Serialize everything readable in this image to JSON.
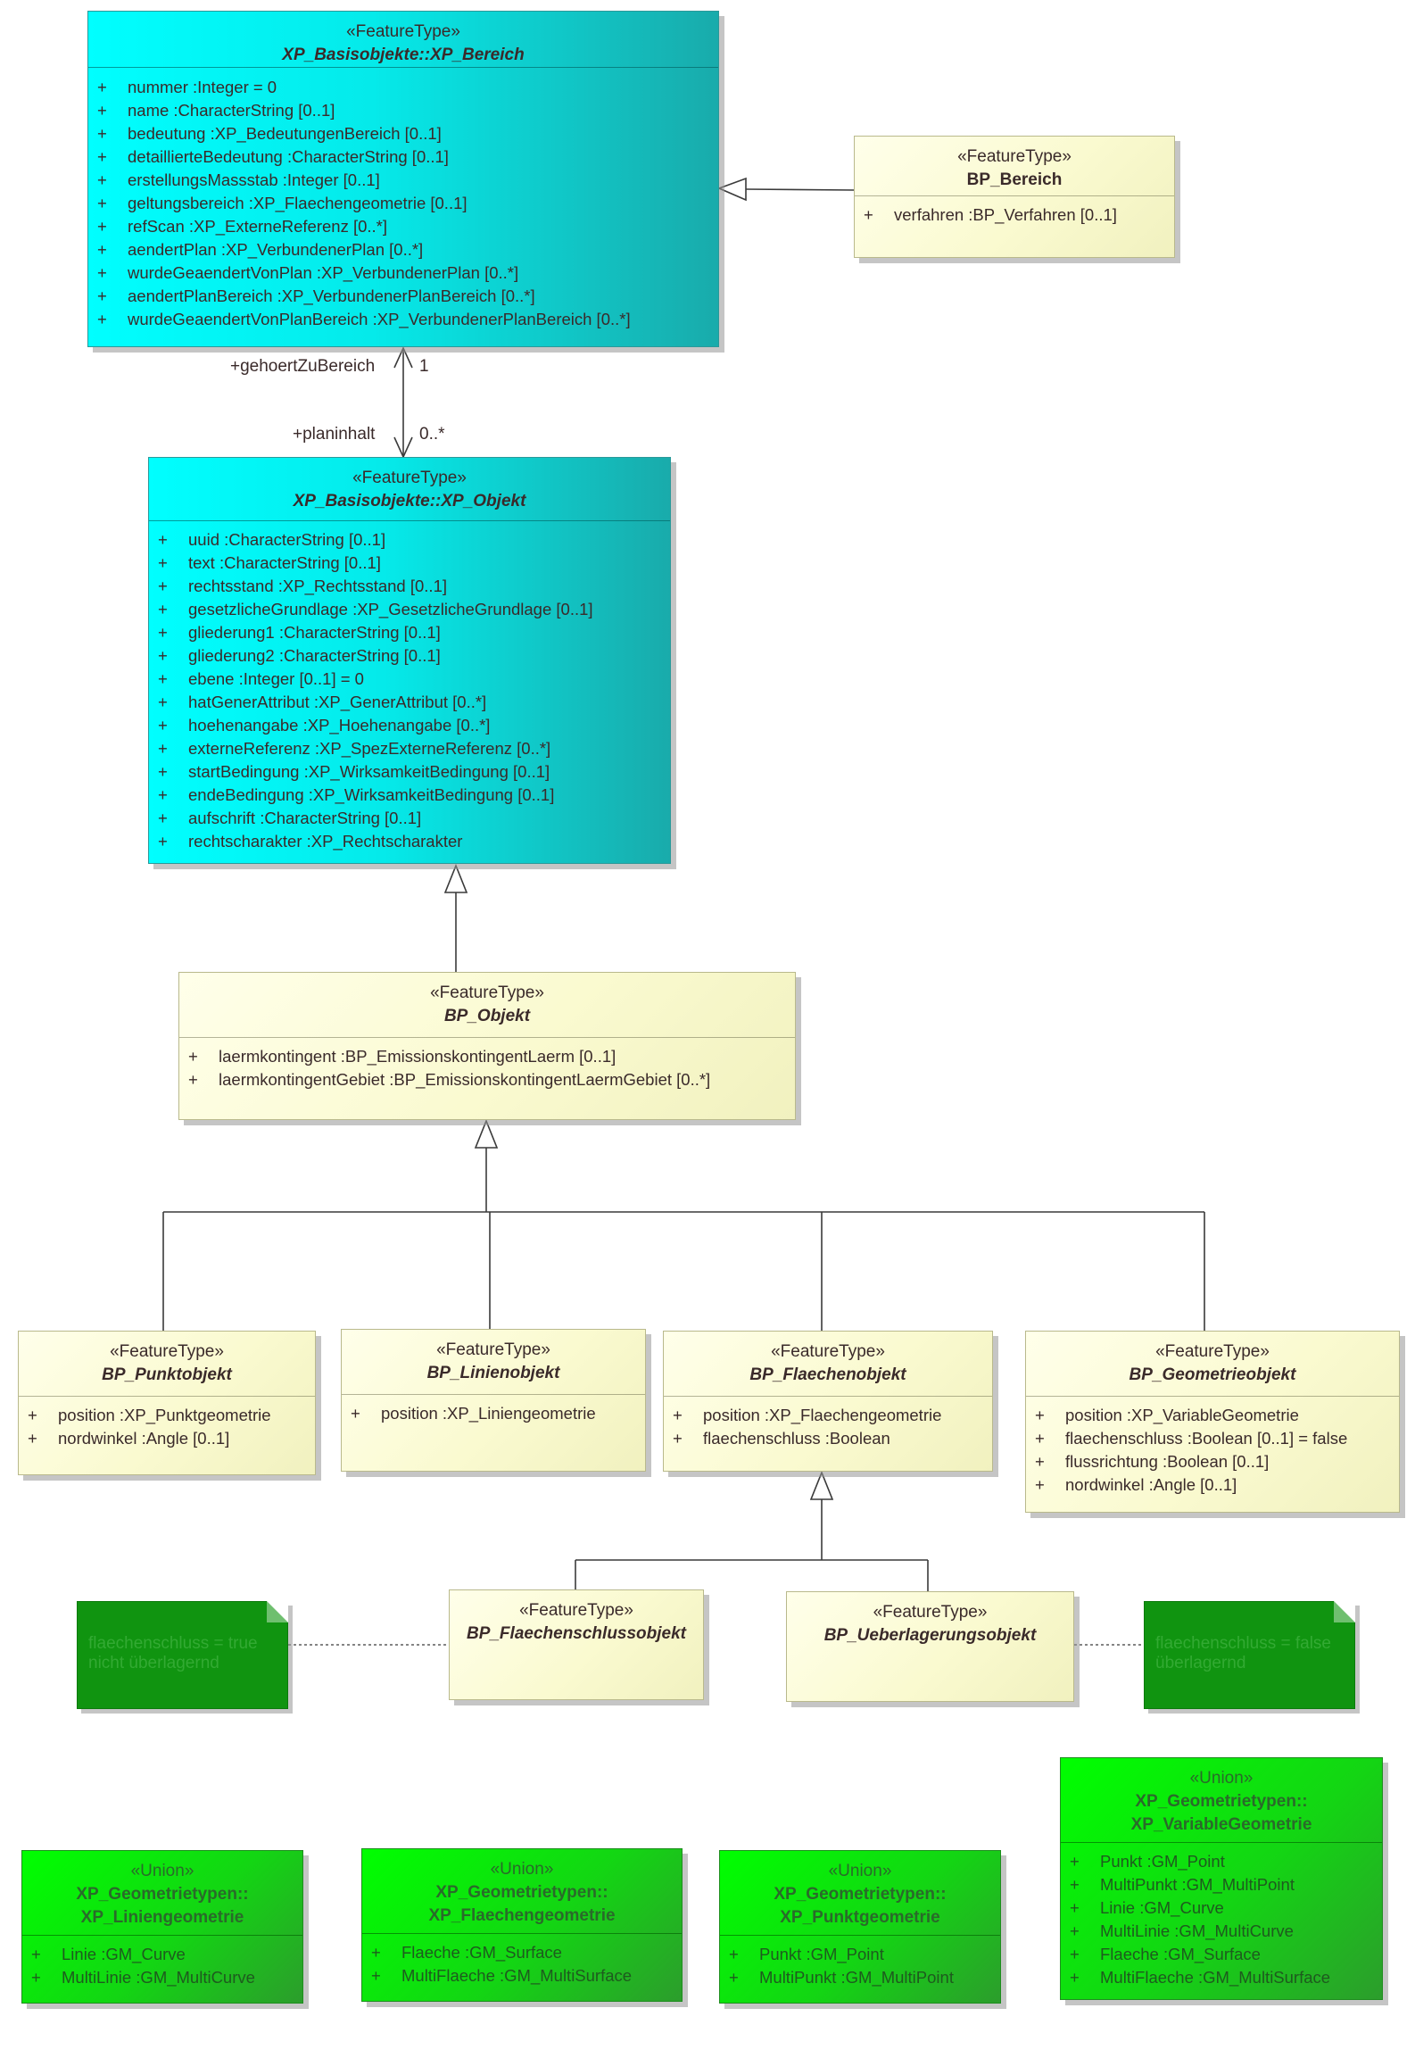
{
  "classes": {
    "xp_bereich": {
      "stereotype": "«FeatureType»",
      "name": "XP_Basisobjekte::XP_Bereich",
      "attributes": [
        {
          "vis": "+",
          "text": "nummer  :Integer = 0"
        },
        {
          "vis": "+",
          "text": "name  :CharacterString [0..1]"
        },
        {
          "vis": "+",
          "text": "bedeutung  :XP_BedeutungenBereich [0..1]"
        },
        {
          "vis": "+",
          "text": "detaillierteBedeutung  :CharacterString [0..1]"
        },
        {
          "vis": "+",
          "text": "erstellungsMassstab  :Integer [0..1]"
        },
        {
          "vis": "+",
          "text": "geltungsbereich  :XP_Flaechengeometrie [0..1]"
        },
        {
          "vis": "+",
          "text": "refScan  :XP_ExterneReferenz [0..*]"
        },
        {
          "vis": "+",
          "text": "aendertPlan  :XP_VerbundenerPlan [0..*]"
        },
        {
          "vis": "+",
          "text": "wurdeGeaendertVonPlan  :XP_VerbundenerPlan [0..*]"
        },
        {
          "vis": "+",
          "text": "aendertPlanBereich  :XP_VerbundenerPlanBereich [0..*]"
        },
        {
          "vis": "+",
          "text": "wurdeGeaendertVonPlanBereich  :XP_VerbundenerPlanBereich [0..*]"
        }
      ]
    },
    "bp_bereich": {
      "stereotype": "«FeatureType»",
      "name": "BP_Bereich",
      "attributes": [
        {
          "vis": "+",
          "text": "verfahren  :BP_Verfahren [0..1]"
        }
      ]
    },
    "xp_objekt": {
      "stereotype": "«FeatureType»",
      "name": "XP_Basisobjekte::XP_Objekt",
      "attributes": [
        {
          "vis": "+",
          "text": "uuid  :CharacterString [0..1]"
        },
        {
          "vis": "+",
          "text": "text  :CharacterString [0..1]"
        },
        {
          "vis": "+",
          "text": "rechtsstand  :XP_Rechtsstand [0..1]"
        },
        {
          "vis": "+",
          "text": "gesetzlicheGrundlage  :XP_GesetzlicheGrundlage [0..1]"
        },
        {
          "vis": "+",
          "text": "gliederung1  :CharacterString [0..1]"
        },
        {
          "vis": "+",
          "text": "gliederung2  :CharacterString [0..1]"
        },
        {
          "vis": "+",
          "text": "ebene  :Integer [0..1] = 0"
        },
        {
          "vis": "+",
          "text": "hatGenerAttribut  :XP_GenerAttribut [0..*]"
        },
        {
          "vis": "+",
          "text": "hoehenangabe  :XP_Hoehenangabe [0..*]"
        },
        {
          "vis": "+",
          "text": "externeReferenz  :XP_SpezExterneReferenz [0..*]"
        },
        {
          "vis": "+",
          "text": "startBedingung  :XP_WirksamkeitBedingung [0..1]"
        },
        {
          "vis": "+",
          "text": "endeBedingung  :XP_WirksamkeitBedingung [0..1]"
        },
        {
          "vis": "+",
          "text": "aufschrift  :CharacterString [0..1]"
        },
        {
          "vis": "+",
          "text": "rechtscharakter  :XP_Rechtscharakter"
        }
      ]
    },
    "bp_objekt": {
      "stereotype": "«FeatureType»",
      "name": "BP_Objekt",
      "attributes": [
        {
          "vis": "+",
          "text": "laermkontingent  :BP_EmissionskontingentLaerm [0..1]"
        },
        {
          "vis": "+",
          "text": "laermkontingentGebiet  :BP_EmissionskontingentLaermGebiet [0..*]"
        }
      ]
    },
    "bp_punktobjekt": {
      "stereotype": "«FeatureType»",
      "name": "BP_Punktobjekt",
      "attributes": [
        {
          "vis": "+",
          "text": "position  :XP_Punktgeometrie"
        },
        {
          "vis": "+",
          "text": "nordwinkel  :Angle [0..1]"
        }
      ]
    },
    "bp_linienobjekt": {
      "stereotype": "«FeatureType»",
      "name": "BP_Linienobjekt",
      "attributes": [
        {
          "vis": "+",
          "text": "position  :XP_Liniengeometrie"
        }
      ]
    },
    "bp_flaechenobjekt": {
      "stereotype": "«FeatureType»",
      "name": "BP_Flaechenobjekt",
      "attributes": [
        {
          "vis": "+",
          "text": "position  :XP_Flaechengeometrie"
        },
        {
          "vis": "+",
          "text": "flaechenschluss  :Boolean"
        }
      ]
    },
    "bp_geometrieobjekt": {
      "stereotype": "«FeatureType»",
      "name": "BP_Geometrieobjekt",
      "attributes": [
        {
          "vis": "+",
          "text": "position  :XP_VariableGeometrie"
        },
        {
          "vis": "+",
          "text": "flaechenschluss  :Boolean [0..1] = false"
        },
        {
          "vis": "+",
          "text": "flussrichtung  :Boolean [0..1]"
        },
        {
          "vis": "+",
          "text": "nordwinkel  :Angle [0..1]"
        }
      ]
    },
    "bp_flaechenschlussobjekt": {
      "stereotype": "«FeatureType»",
      "name": "BP_Flaechenschlussobjekt",
      "attributes": []
    },
    "bp_ueberlagerungsobjekt": {
      "stereotype": "«FeatureType»",
      "name": "BP_Ueberlagerungsobjekt",
      "attributes": []
    },
    "xp_liniengeometrie": {
      "stereotype": "«Union»",
      "name_line1": "XP_Geometrietypen::",
      "name_line2": "XP_Liniengeometrie",
      "attributes": [
        {
          "vis": "+",
          "text": "Linie  :GM_Curve"
        },
        {
          "vis": "+",
          "text": "MultiLinie  :GM_MultiCurve"
        }
      ]
    },
    "xp_flaechengeometrie": {
      "stereotype": "«Union»",
      "name_line1": "XP_Geometrietypen::",
      "name_line2": "XP_Flaechengeometrie",
      "attributes": [
        {
          "vis": "+",
          "text": "Flaeche  :GM_Surface"
        },
        {
          "vis": "+",
          "text": "MultiFlaeche  :GM_MultiSurface"
        }
      ]
    },
    "xp_punktgeometrie": {
      "stereotype": "«Union»",
      "name_line1": "XP_Geometrietypen::",
      "name_line2": "XP_Punktgeometrie",
      "attributes": [
        {
          "vis": "+",
          "text": "Punkt  :GM_Point"
        },
        {
          "vis": "+",
          "text": "MultiPunkt  :GM_MultiPoint"
        }
      ]
    },
    "xp_variablegeometrie": {
      "stereotype": "«Union»",
      "name_line1": "XP_Geometrietypen::",
      "name_line2": "XP_VariableGeometrie",
      "attributes": [
        {
          "vis": "+",
          "text": "Punkt  :GM_Point"
        },
        {
          "vis": "+",
          "text": "MultiPunkt  :GM_MultiPoint"
        },
        {
          "vis": "+",
          "text": "Linie  :GM_Curve"
        },
        {
          "vis": "+",
          "text": "MultiLinie  :GM_MultiCurve"
        },
        {
          "vis": "+",
          "text": "Flaeche  :GM_Surface"
        },
        {
          "vis": "+",
          "text": "MultiFlaeche  :GM_MultiSurface"
        }
      ]
    }
  },
  "notes": {
    "left": "flaechenschluss = true\nnicht überlagernd",
    "right": "flaechenschluss = false\nüberlagernd"
  },
  "association": {
    "source_role": "+gehoertZuBereich",
    "source_mult": "1",
    "target_role": "+planinhalt",
    "target_mult": "0..*"
  },
  "colors": {
    "feature_type": "#fafad0",
    "basis_object": "#00ffff",
    "union": "#00ff00",
    "note": "#109410",
    "line": "#3a3a3a"
  }
}
